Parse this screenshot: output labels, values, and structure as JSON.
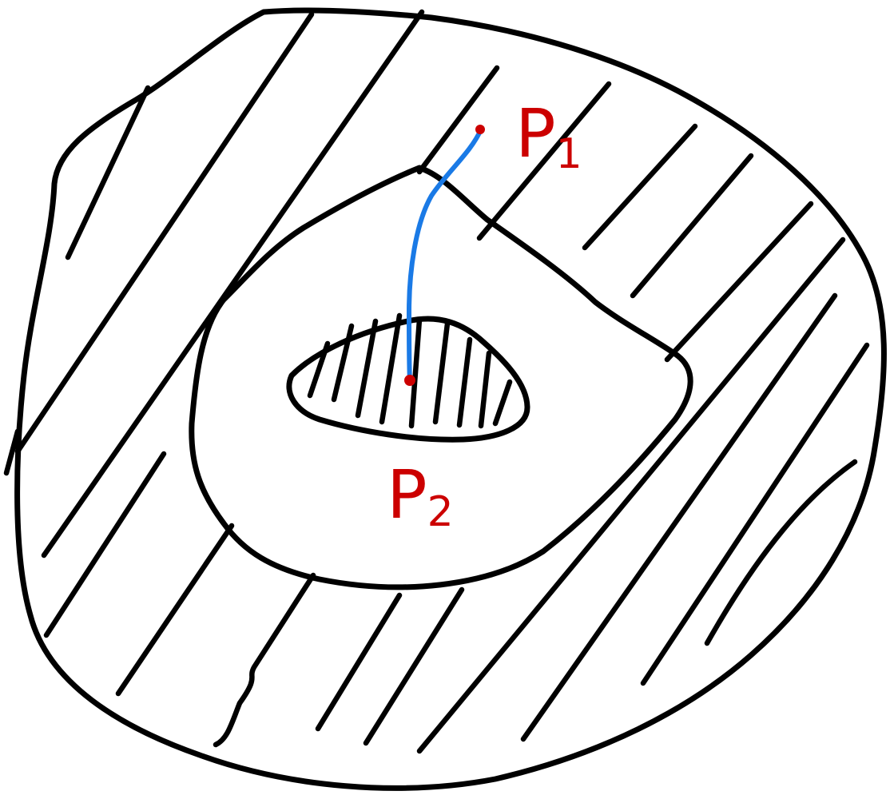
{
  "labels": {
    "p1": {
      "main": "P",
      "sub": "1"
    },
    "p2": {
      "main": "P",
      "sub": "2"
    }
  },
  "colors": {
    "ink": "#000000",
    "point": "#cc0000",
    "path": "#1a7ae6"
  }
}
